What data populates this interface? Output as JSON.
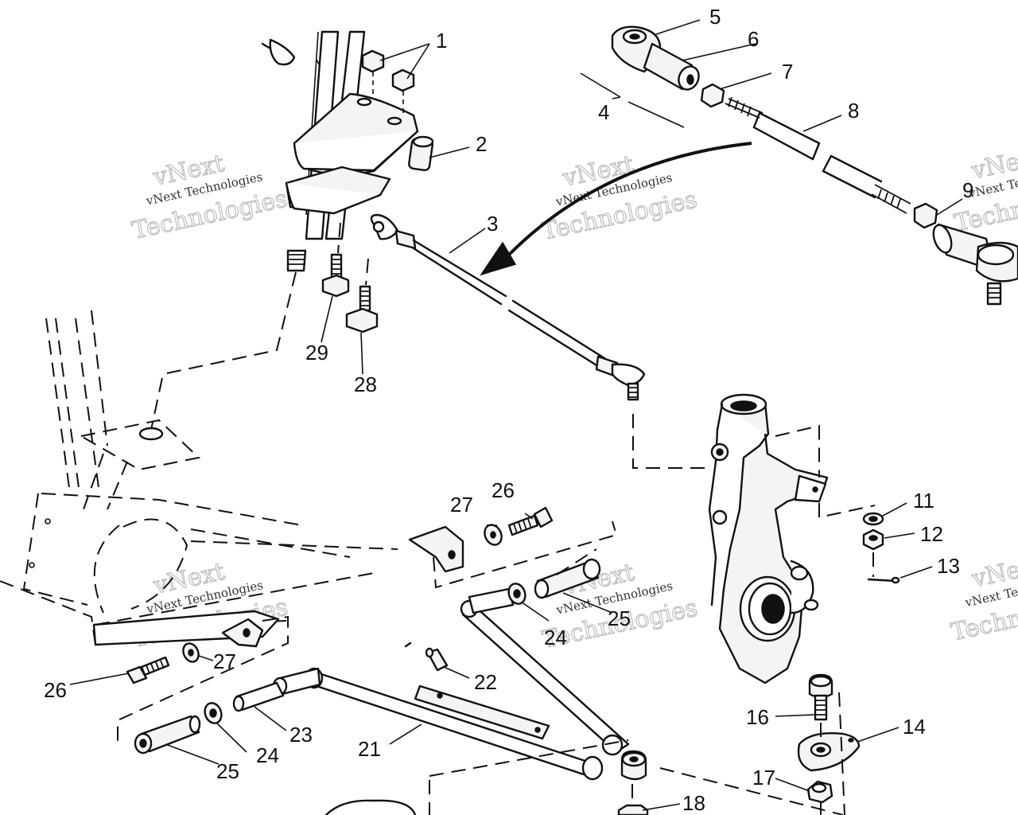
{
  "watermark": {
    "line1": "vNext",
    "line2": "vNext Technologies",
    "line3": "Technologies"
  },
  "callouts": [
    {
      "id": "1",
      "label": "1"
    },
    {
      "id": "2",
      "label": "2"
    },
    {
      "id": "3",
      "label": "3"
    },
    {
      "id": "4",
      "label": "4"
    },
    {
      "id": "5",
      "label": "5"
    },
    {
      "id": "6",
      "label": "6"
    },
    {
      "id": "7",
      "label": "7"
    },
    {
      "id": "8",
      "label": "8"
    },
    {
      "id": "9",
      "label": "9"
    },
    {
      "id": "11",
      "label": "11"
    },
    {
      "id": "12",
      "label": "12"
    },
    {
      "id": "13",
      "label": "13"
    },
    {
      "id": "14",
      "label": "14"
    },
    {
      "id": "16",
      "label": "16"
    },
    {
      "id": "17",
      "label": "17"
    },
    {
      "id": "18",
      "label": "18"
    },
    {
      "id": "21",
      "label": "21"
    },
    {
      "id": "22",
      "label": "22"
    },
    {
      "id": "23",
      "label": "23"
    },
    {
      "id": "24a",
      "label": "24"
    },
    {
      "id": "24b",
      "label": "24"
    },
    {
      "id": "25a",
      "label": "25"
    },
    {
      "id": "25b",
      "label": "25"
    },
    {
      "id": "26a",
      "label": "26"
    },
    {
      "id": "26b",
      "label": "26"
    },
    {
      "id": "27a",
      "label": "27"
    },
    {
      "id": "27b",
      "label": "27"
    },
    {
      "id": "28",
      "label": "28"
    },
    {
      "id": "29",
      "label": "29"
    }
  ]
}
